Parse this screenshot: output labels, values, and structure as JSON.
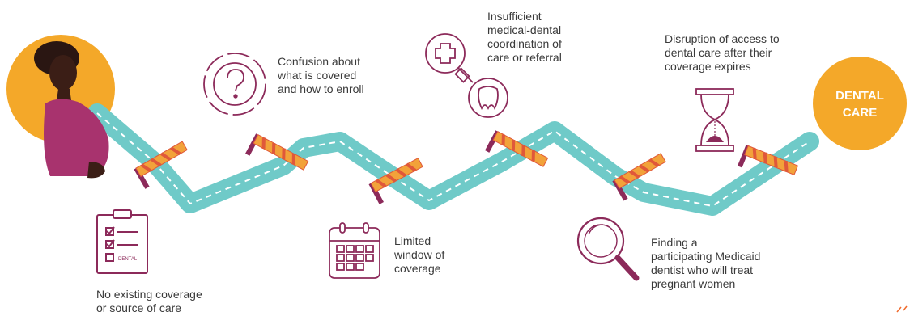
{
  "barriers": {
    "no_coverage": "No existing coverage\nor source of care",
    "confusion": "Confusion about\nwhat is covered\nand how to enroll",
    "limited_window": "Limited\nwindow of\ncoverage",
    "coordination": "Insufficient\nmedical-dental\ncoordination of\ncare or referral",
    "finding_dentist": "Finding a\nparticipating Medicaid\ndentist who will treat\npregnant women",
    "disruption": "Disruption of access to\ndental care after their\ncoverage expires"
  },
  "destination": "DENTAL\nCARE",
  "checklist_tag": "DENTAL",
  "icons": [
    "pregnant-woman-icon",
    "checklist-icon",
    "question-icon",
    "calendar-icon",
    "medical-dental-link-icon",
    "magnifier-icon",
    "hourglass-icon"
  ],
  "colors": {
    "road": "#6fcac8",
    "road_dash": "#ffffff",
    "gate_orange": "#f2a23a",
    "gate_red": "#e0583a",
    "post": "#8c2a5a",
    "icon_stroke": "#8c2a5a",
    "sun": "#f4a829",
    "figure_skin": "#2a1612",
    "figure_dress": "#a8336e"
  }
}
